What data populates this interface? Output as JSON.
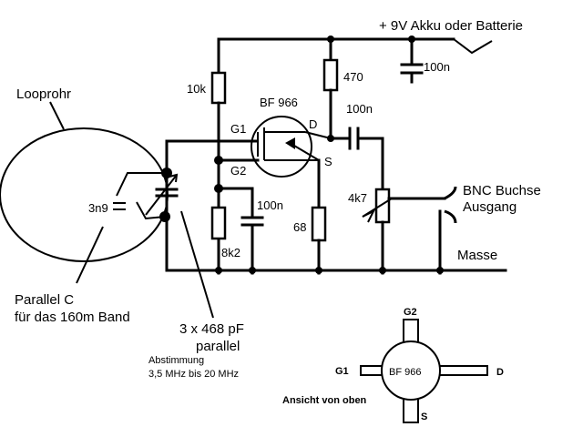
{
  "labels": {
    "supply": "+ 9V Akku oder Batterie",
    "cap_supply": "100n",
    "loop": "Looprohr",
    "r_gate": "10k",
    "transistor": "BF 966",
    "g1": "G1",
    "g2": "G2",
    "d": "D",
    "s": "S",
    "r_drain": "470",
    "cap_coupling": "100n",
    "cap_parallel": "3n9",
    "cap_g2": "100n",
    "pot": "4k7",
    "bnc": "BNC Buchse",
    "output": "Ausgang",
    "r_g2": "8k2",
    "r_source": "68",
    "ground": "Masse",
    "parallel_c_1": "Parallel C",
    "parallel_c_2": "für das 160m Band",
    "variable_cap_1": "3 x 468 pF",
    "variable_cap_2": "parallel",
    "tuning_1": "Abstimmung",
    "tuning_2": "3,5 MHz bis 20 MHz",
    "view_title": "Ansicht von oben",
    "pin_g2": "G2",
    "pin_g1": "G1",
    "pin_d": "D",
    "pin_s": "S",
    "pkg_label": "BF 966"
  }
}
